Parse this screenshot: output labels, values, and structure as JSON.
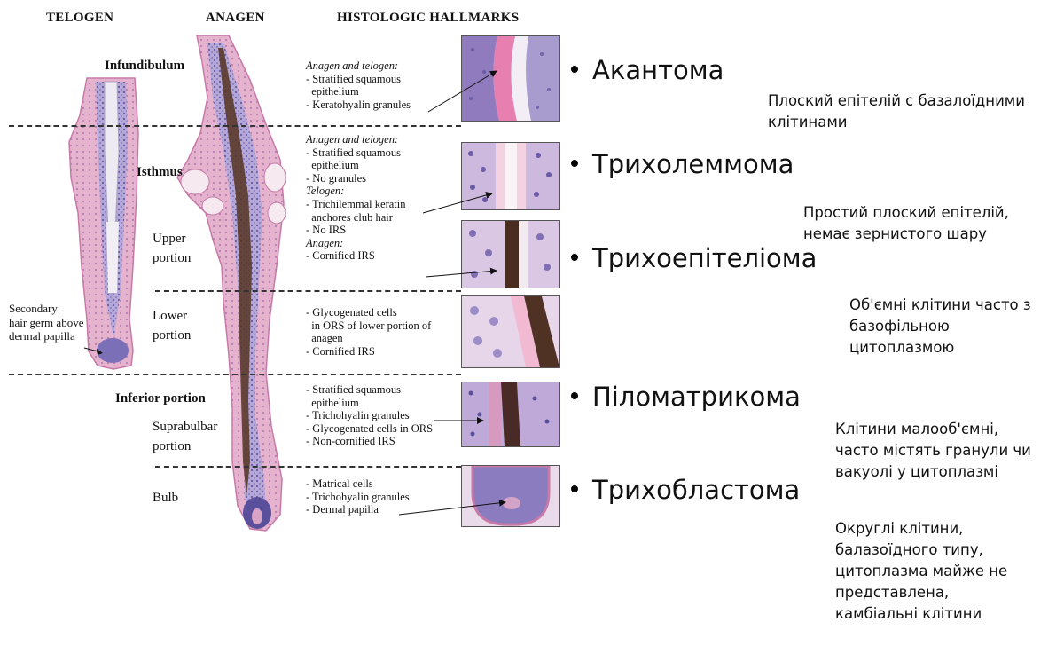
{
  "headers": {
    "telogen": "TELOGEN",
    "anagen": "ANAGEN",
    "hallmarks": "HISTOLOGIC HALLMARKS"
  },
  "regions": {
    "infundibulum": "Infundibulum",
    "isthmus": "Isthmus",
    "inferior": "Inferior portion"
  },
  "portions": {
    "upper": [
      "Upper",
      "portion"
    ],
    "lower": [
      "Lower",
      "portion"
    ],
    "suprabulbar": [
      "Suprabulbar",
      "portion"
    ],
    "bulb": "Bulb"
  },
  "secondary_germ": [
    "Secondary",
    "hair germ above",
    "dermal papilla"
  ],
  "hallmarks": {
    "h1": [
      {
        "t": "Anagen and telogen:",
        "i": true
      },
      {
        "t": "- Stratified squamous"
      },
      {
        "t": "  epithelium"
      },
      {
        "t": "- Keratohyalin granules"
      }
    ],
    "h2": [
      {
        "t": "Anagen and telogen:",
        "i": true
      },
      {
        "t": "- Stratified squamous"
      },
      {
        "t": "  epithelium"
      },
      {
        "t": "- No granules"
      },
      {
        "t": "Telogen:",
        "i": true
      },
      {
        "t": "- Trichilemmal keratin"
      },
      {
        "t": "  anchores club hair"
      },
      {
        "t": "- No IRS"
      },
      {
        "t": "Anagen:",
        "i": true
      },
      {
        "t": "- Cornified IRS"
      }
    ],
    "h3": [
      {
        "t": "- Glycogenated cells"
      },
      {
        "t": "  in ORS of lower portion of"
      },
      {
        "t": "  anagen"
      },
      {
        "t": "- Cornified IRS"
      }
    ],
    "h4": [
      {
        "t": "- Stratified squamous"
      },
      {
        "t": "  epithelium"
      },
      {
        "t": "- Trichohyalin granules"
      },
      {
        "t": "- Glycogenated cells in ORS"
      },
      {
        "t": "- Non-cornified IRS"
      }
    ],
    "h5": [
      {
        "t": "- Matrical cells"
      },
      {
        "t": "- Trichohyalin granules"
      },
      {
        "t": "- Dermal papilla"
      }
    ]
  },
  "tumors": [
    {
      "name": "Акантома",
      "desc": [
        "Плоский епітелій с базалоїдними",
        "клітинами"
      ]
    },
    {
      "name": "Трихолеммома",
      "desc": [
        "Простий плоский епітелій,",
        "немає зернистого шару"
      ]
    },
    {
      "name": "Трихоепітеліома",
      "desc": [
        "Об'ємні клітини часто з",
        "базофільною",
        "цитоплазмою"
      ]
    },
    {
      "name": "Піломатрикома",
      "desc": [
        "Клітини малооб'ємні,",
        "часто містять гранули чи",
        "вакуолі у цитоплазмі"
      ]
    },
    {
      "name": "Трихобластома",
      "desc": [
        "Округлі клітини,",
        "балазоїдного типу,",
        "цитоплазма майже не",
        "представлена,",
        "камбіальні клітини"
      ]
    }
  ],
  "colors": {
    "pink": "#e7a8c6",
    "purple": "#8f86c4",
    "dark_purple": "#5a4f9b",
    "hair": "#5b3a2b",
    "shaft": "#f4f0f4"
  }
}
